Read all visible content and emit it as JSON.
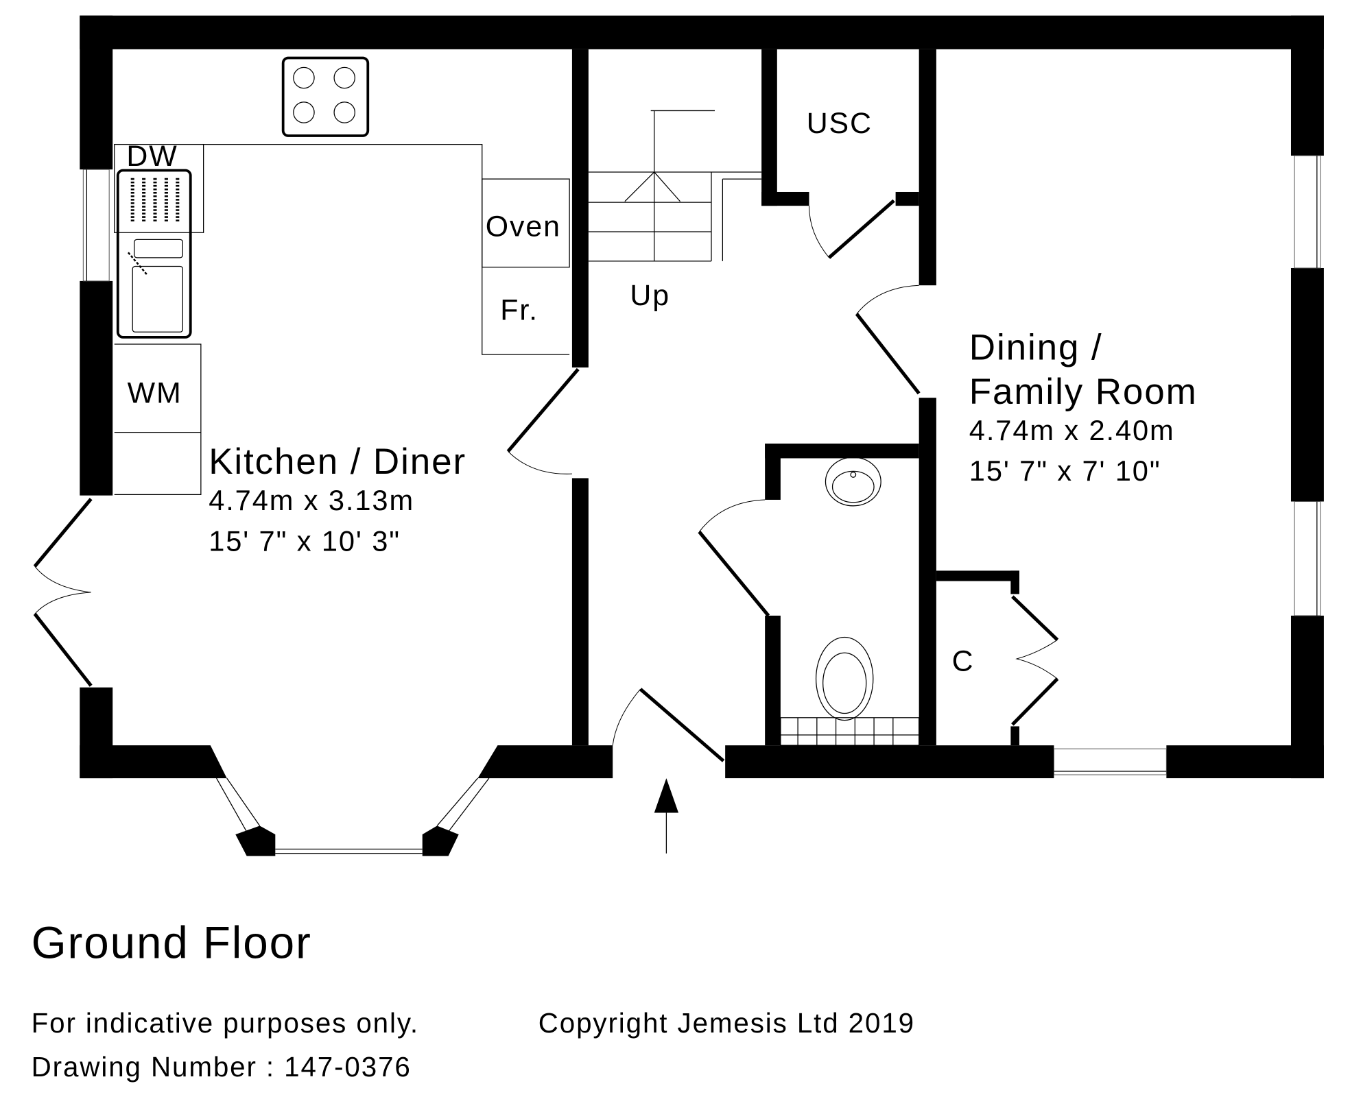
{
  "rooms": {
    "kitchen": {
      "name": "Kitchen / Diner",
      "metric": "4.74m x 3.13m",
      "imperial": "15' 7\" x 10' 3\""
    },
    "dining": {
      "name_line1": "Dining /",
      "name_line2": "Family Room",
      "metric": "4.74m x 2.40m",
      "imperial": "15' 7\" x 7' 10\""
    }
  },
  "labels": {
    "dw": "DW",
    "oven": "Oven",
    "fridge": "Fr.",
    "wm": "WM",
    "up": "Up",
    "usc": "USC",
    "cupboard": "C"
  },
  "footer": {
    "floor_title": "Ground Floor",
    "disclaimer": "For indicative purposes only.",
    "copyright": "Copyright Jemesis Ltd 2019",
    "drawing_number": "Drawing Number : 147-0376"
  }
}
